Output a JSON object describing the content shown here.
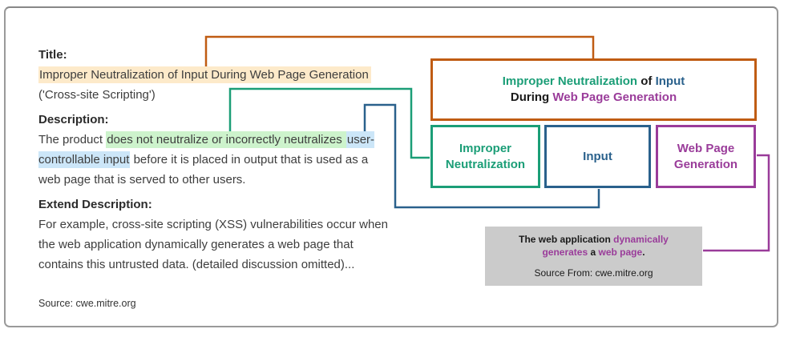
{
  "colors": {
    "teal": "#1B9E77",
    "blue": "#2A618C",
    "purple": "#9A3C9A",
    "orange": "#C05C13",
    "hl_title": "#FDEACA",
    "hl_green": "#CDF3CC",
    "hl_blue": "#CCE6F8",
    "gray_bg": "#CBCBCB"
  },
  "doc": {
    "title_label": "Title:",
    "title_highlighted": "Improper Neutralization of Input During Web Page Generation",
    "title_suffix": "('Cross-site Scripting')",
    "description_label": "Description:",
    "description": {
      "plain_lead": "The product ",
      "green_part": "does not neutralize or incorrectly neutralizes ",
      "blue_part": "user-controllable input",
      "plain_tail": " before it is placed in output that is used as a web page that is served to other users."
    },
    "extend_label": "Extend Description:",
    "extend_text": "For example, cross-site scripting (XSS) vulnerabilities occur when the web application dynamically generates a web page that contains this untrusted data. (detailed discussion omitted)...",
    "source_note": "Source: cwe.mitre.org"
  },
  "diagram": {
    "combined_box": {
      "seg_teal": "Improper Neutralization",
      "seg_of": " of ",
      "seg_input": "Input",
      "seg_during": "During ",
      "seg_webpage": "Web Page Generation"
    },
    "neutralization_box": "Improper Neutralization",
    "input_box": "Input",
    "webpage_box": "Web Page Generation",
    "gray_box": {
      "seg_black1": "The web application ",
      "seg_purple1": "dynamically generates",
      "seg_black2": " a ",
      "seg_purple2": "web page",
      "seg_black3": ".",
      "source": "Source From: cwe.mitre.org"
    }
  }
}
